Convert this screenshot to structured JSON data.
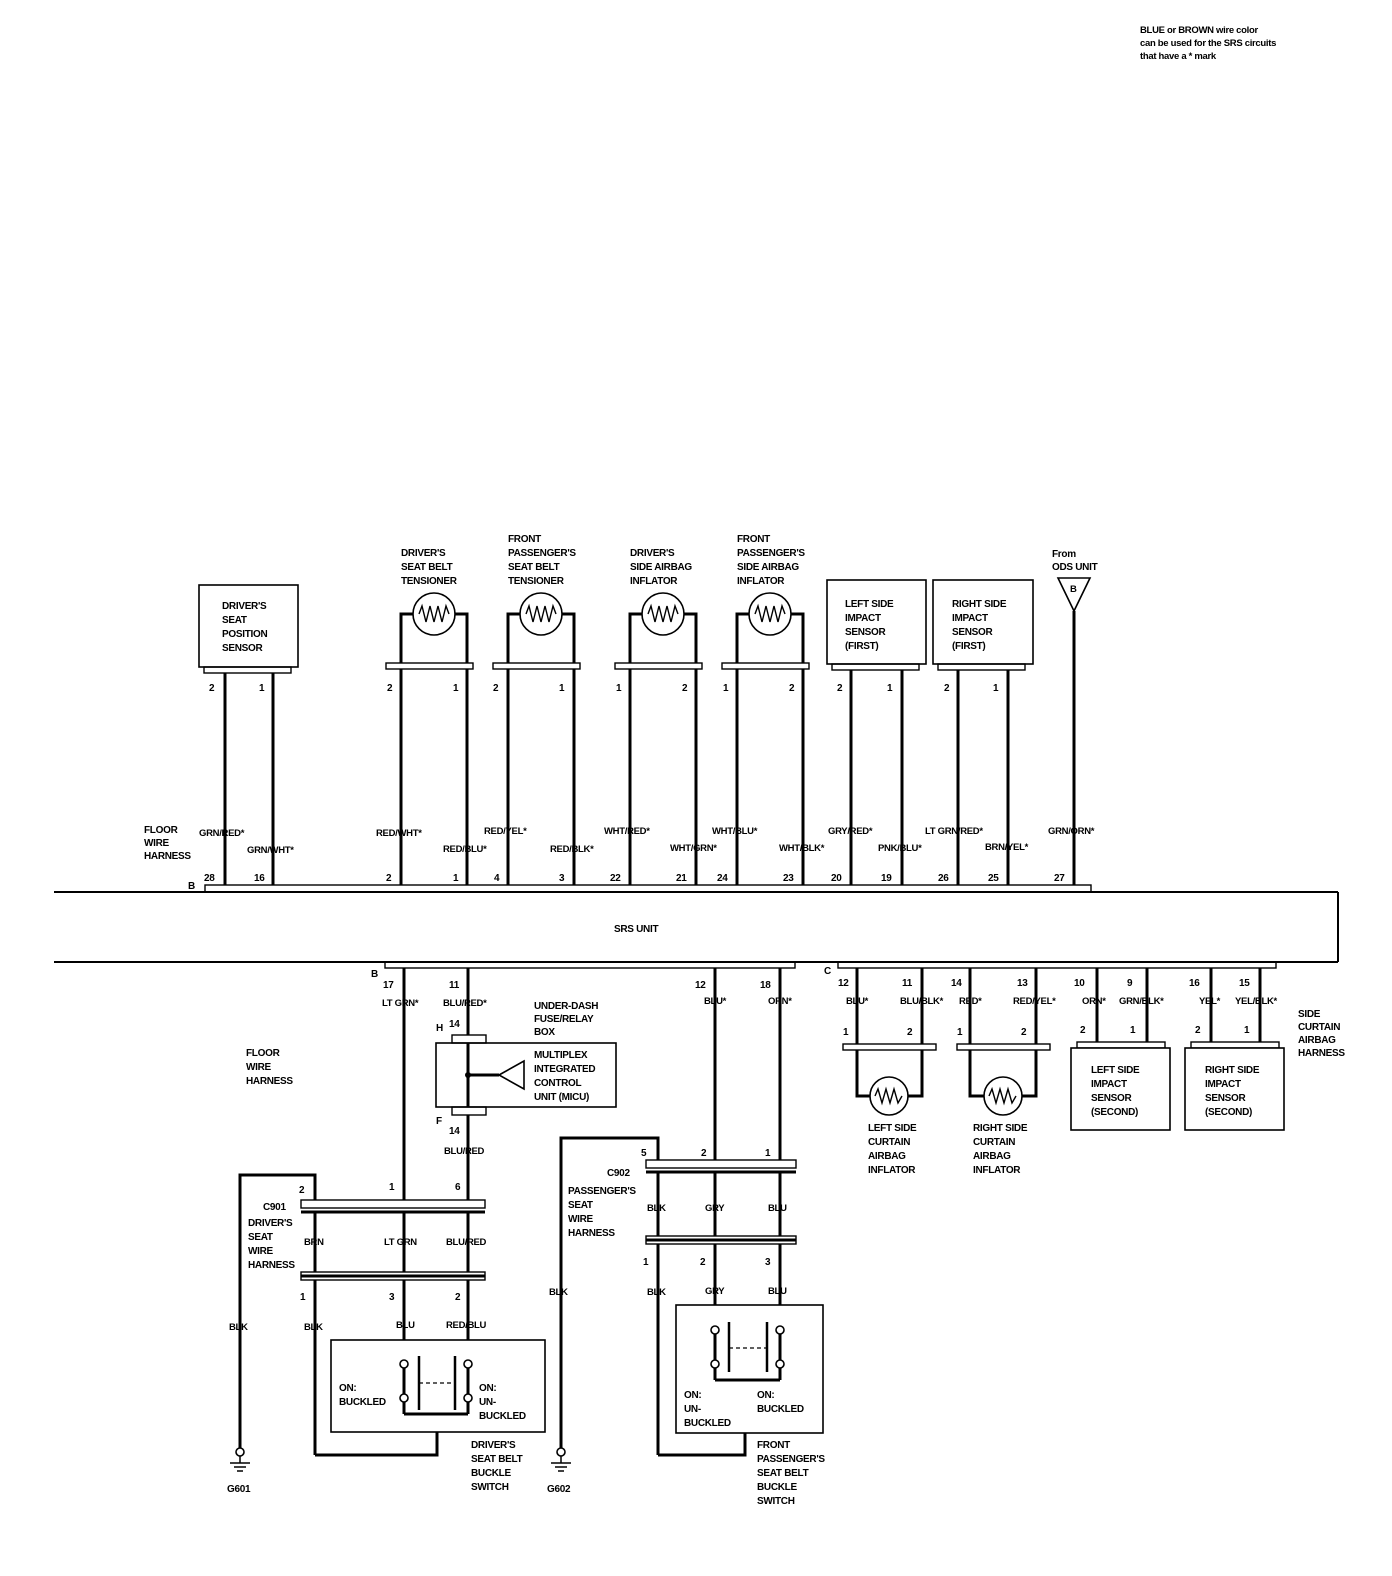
{
  "note": [
    "BLUE or BROWN wire color",
    "can be used for the SRS circuits",
    "that have a * mark"
  ],
  "srs_unit_label": "SRS UNIT",
  "harness": {
    "floor_top": [
      "FLOOR",
      "WIRE",
      "HARNESS"
    ],
    "floor_bottom": [
      "FLOOR",
      "WIRE",
      "HARNESS"
    ],
    "side_curtain": [
      "SIDE",
      "CURTAIN",
      "AIRBAG",
      "HARNESS"
    ]
  },
  "connectors": {
    "b_top": "B",
    "b_bottom": "B",
    "c": "C",
    "h": "H",
    "f": "F",
    "ods_flag": "B"
  },
  "components_top": {
    "seat_position_sensor": [
      "DRIVER'S",
      "SEAT",
      "POSITION",
      "SENSOR"
    ],
    "driver_tensioner": [
      "DRIVER'S",
      "SEAT BELT",
      "TENSIONER"
    ],
    "passenger_tensioner": [
      "FRONT",
      "PASSENGER'S",
      "SEAT BELT",
      "TENSIONER"
    ],
    "driver_side_airbag": [
      "DRIVER'S",
      "SIDE AIRBAG",
      "INFLATOR"
    ],
    "passenger_side_airbag": [
      "FRONT",
      "PASSENGER'S",
      "SIDE AIRBAG",
      "INFLATOR"
    ],
    "left_impact_first": [
      "LEFT SIDE",
      "IMPACT",
      "SENSOR",
      "(FIRST)"
    ],
    "right_impact_first": [
      "RIGHT SIDE",
      "IMPACT",
      "SENSOR",
      "(FIRST)"
    ],
    "ods_unit": [
      "From",
      "ODS UNIT"
    ]
  },
  "top_pins": [
    "2",
    "1",
    "2",
    "1",
    "2",
    "1",
    "1",
    "2",
    "1",
    "2",
    "2",
    "1",
    "2",
    "1"
  ],
  "top_wires": [
    "GRN/RED*",
    "GRN/WHT*",
    "RED/WHT*",
    "RED/BLU*",
    "RED/YEL*",
    "RED/BLK*",
    "WHT/RED*",
    "WHT/GRN*",
    "WHT/BLU*",
    "WHT/BLK*",
    "GRY/RED*",
    "PNK/BLU*",
    "LT GRN/RED*",
    "BRN/YEL*",
    "GRN/ORN*"
  ],
  "srs_top_pins": [
    "28",
    "16",
    "2",
    "1",
    "4",
    "3",
    "22",
    "21",
    "24",
    "23",
    "20",
    "19",
    "26",
    "25",
    "27"
  ],
  "srs_bottom_pins": [
    "17",
    "11",
    "12",
    "18",
    "12",
    "11",
    "14",
    "13",
    "10",
    "9",
    "16",
    "15"
  ],
  "bottom_wires": [
    "LT GRN*",
    "BLU/RED*",
    "BLU*",
    "ORN*",
    "BLU*",
    "BLU/BLK*",
    "RED*",
    "RED/YEL*",
    "ORN*",
    "GRN/BLK*",
    "YEL*",
    "YEL/BLK*"
  ],
  "curtain_pins": [
    "1",
    "2",
    "1",
    "2",
    "2",
    "1",
    "2",
    "1"
  ],
  "components_bottom": {
    "left_curtain": [
      "LEFT SIDE",
      "CURTAIN",
      "AIRBAG",
      "INFLATOR"
    ],
    "right_curtain": [
      "RIGHT SIDE",
      "CURTAIN",
      "AIRBAG",
      "INFLATOR"
    ],
    "left_impact_second": [
      "LEFT SIDE",
      "IMPACT",
      "SENSOR",
      "(SECOND)"
    ],
    "right_impact_second": [
      "RIGHT SIDE",
      "IMPACT",
      "SENSOR",
      "(SECOND)"
    ],
    "fuse_box": [
      "UNDER-DASH",
      "FUSE/RELAY",
      "BOX"
    ],
    "micu": [
      "MULTIPLEX",
      "INTEGRATED",
      "CONTROL",
      "UNIT (MICU)"
    ],
    "driver_buckle": [
      "DRIVER'S",
      "SEAT BELT",
      "BUCKLE",
      "SWITCH"
    ],
    "passenger_buckle": [
      "FRONT",
      "PASSENGER'S",
      "SEAT BELT",
      "BUCKLE",
      "SWITCH"
    ]
  },
  "micu_pins": {
    "h": "14",
    "f": "14"
  },
  "micu_out_wire": "BLU/RED",
  "c901": {
    "label": [
      "C901",
      "DRIVER'S",
      "SEAT",
      "WIRE",
      "HARNESS"
    ],
    "pins_top": [
      "2",
      "1",
      "6"
    ],
    "wires": [
      "BRN",
      "LT GRN",
      "BLU/RED"
    ],
    "pins_bottom": [
      "1",
      "3",
      "2"
    ],
    "wires_below": [
      "BLK",
      "BLU",
      "RED/BLU"
    ],
    "ground_wire": "BLK",
    "ground": "G601",
    "state_left": [
      "ON:",
      "BUCKLED"
    ],
    "state_right": [
      "ON:",
      "UN-",
      "BUCKLED"
    ]
  },
  "c902": {
    "label": [
      "C902",
      "PASSENGER'S",
      "SEAT",
      "WIRE",
      "HARNESS"
    ],
    "pins_top": [
      "5",
      "2",
      "1"
    ],
    "wires": [
      "BLK",
      "GRY",
      "BLU"
    ],
    "pins_bottom": [
      "1",
      "2",
      "3"
    ],
    "wires_below": [
      "BLK",
      "GRY",
      "BLU"
    ],
    "ground_wire": "BLK",
    "ground": "G602",
    "state_left": [
      "ON:",
      "UN-",
      "BUCKLED"
    ],
    "state_right": [
      "ON:",
      "BUCKLED"
    ]
  }
}
